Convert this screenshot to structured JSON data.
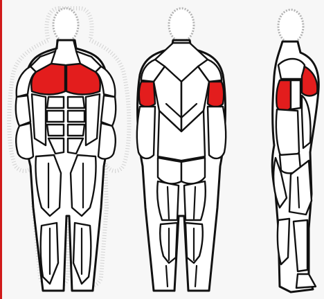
{
  "colors": {
    "highlight": "#e31d1d",
    "outline": "#111111",
    "background": "#f7f7f7",
    "left_edge": "#d11a1a"
  },
  "figures": [
    {
      "view": "front",
      "highlighted": [
        "chest"
      ]
    },
    {
      "view": "back",
      "highlighted": [
        "triceps"
      ]
    },
    {
      "view": "side",
      "highlighted": [
        "chest",
        "triceps"
      ]
    }
  ]
}
